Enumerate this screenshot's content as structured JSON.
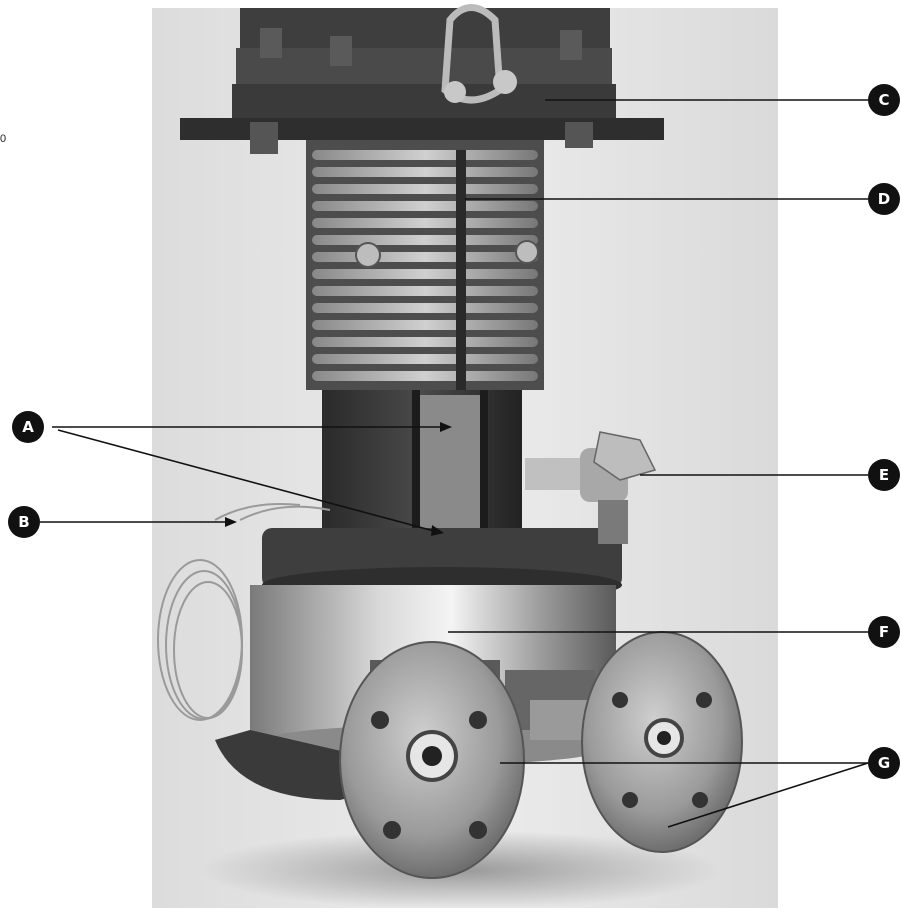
{
  "stray_glyph": "0",
  "callouts": {
    "a": "A",
    "b": "B",
    "c": "C",
    "d": "D",
    "e": "E",
    "f": "F",
    "g": "G"
  }
}
